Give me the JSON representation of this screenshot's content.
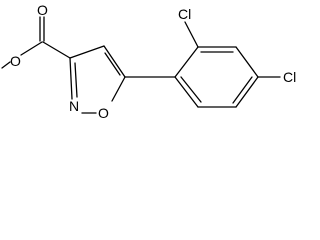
{
  "molecule": {
    "atoms": {
      "carbonyl_oxygen": "O",
      "ester_oxygen": "O",
      "ring_nitrogen": "N",
      "ring_oxygen": "O",
      "chlorine_ortho": "Cl",
      "chlorine_para": "Cl"
    }
  }
}
